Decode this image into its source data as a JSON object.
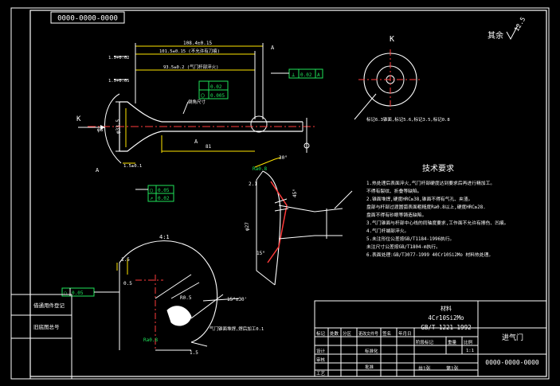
{
  "drawing_number": "0000-0000-0000",
  "title_block_drawing_number": "0000-0000-0000",
  "roughness_note": {
    "label": "其余",
    "value": "12.5"
  },
  "view_k": {
    "label": "K"
  },
  "view_arrow_k": "K",
  "detail_label": "I",
  "detail_scale": "4:1",
  "tech_req_title": "技术要求",
  "tech_requirements": [
    "1.热处理后表面淬火,气门杆部硬度达到要求后再进行精加工。",
    "  不得有裂纹、折叠等缺陷。",
    "2.锥面堆焊,硬度HRC≥38,锥面不得有气孔、夹渣。",
    "  盘部与杆部过渡圆弧表面粗糙度Ra0.8以上,硬度HRC≥28.",
    "  盘面不得有砂眼等铸造缺陷。",
    "3.气门锥面与杆部中心线的同轴度要求,工作面不允许有擦伤、凹痕。",
    "4.气门杆端部淬火。",
    "5.未注形位公差按GB/T1184-1996执行。",
    "  未注尺寸公差按GB/T1804-m执行。",
    "6.表面处理:GB/T3077-1999 40Cr10Si2Mo 材料热处理。"
  ],
  "view_k_note": "标记6.3锥面,标记5.6,标记3.5,标记0.8",
  "dims": {
    "overall_length": "108.4±0.15",
    "length_2": "101.5±0.15 (不允许有刀痕)",
    "length_3": "93.5±0.2 (气门杆部淬火)",
    "tip_1": "1.5+0.02",
    "tip_2": "1.5+0.05",
    "head_dia": "φ33.5",
    "stem_dia": "φ8",
    "seat_len": "1.5±0.1",
    "stem_len": "81",
    "angle": "30°",
    "seat_width": "2.1",
    "head_thk": "φ27",
    "seat_angle": "45°",
    "chamfer": "15°",
    "detail_r": "R0.5",
    "detail_dim_1": "1.5",
    "detail_dim_2": "0.5",
    "detail_dim_3": "1.5",
    "detail_angle": "15°±30'",
    "detail_ra": "Ra0.8"
  },
  "tolerances": {
    "f1_sym": "⊥",
    "f1_val": "0.02",
    "f1_ref": "A",
    "f2_sym": "○",
    "f2_val": "0.005",
    "f3_sym": "○",
    "f3_val": "0.05",
    "f3_ref": "A",
    "f4_sym": "↗",
    "f4_val": "0.02",
    "f4_ref": "A",
    "f5_sym": "○",
    "f5_val": "0.05",
    "datum": "A"
  },
  "leader_note": "倒角尺寸",
  "detail_note": "气门锥面堆焊,焊后加工0.1",
  "material_label": "材料",
  "material_1": "4Cr10Si2Mo",
  "material_2": "GB/T 1221-1992",
  "part_name": "进气门",
  "title_block": {
    "r1": [
      "标记",
      "处数",
      "分区",
      "更改文件号",
      "签名",
      "年月日"
    ],
    "r2": [
      "设计",
      "",
      "标准化",
      ""
    ],
    "r3": [
      "审核",
      "",
      "",
      ""
    ],
    "r4": [
      "工艺",
      "",
      "批准",
      ""
    ],
    "stage": [
      "阶段标记",
      "重量",
      "比例"
    ],
    "scale": "1:1",
    "sheets": "共1张",
    "sheet": "第1张"
  },
  "left_strip": [
    "借通用件登记",
    "旧底图总号"
  ],
  "colors": {
    "lines": "#ffffff",
    "dims": "#ffe600",
    "gdt": "#1fe35a",
    "center": "#ff3b3b"
  }
}
